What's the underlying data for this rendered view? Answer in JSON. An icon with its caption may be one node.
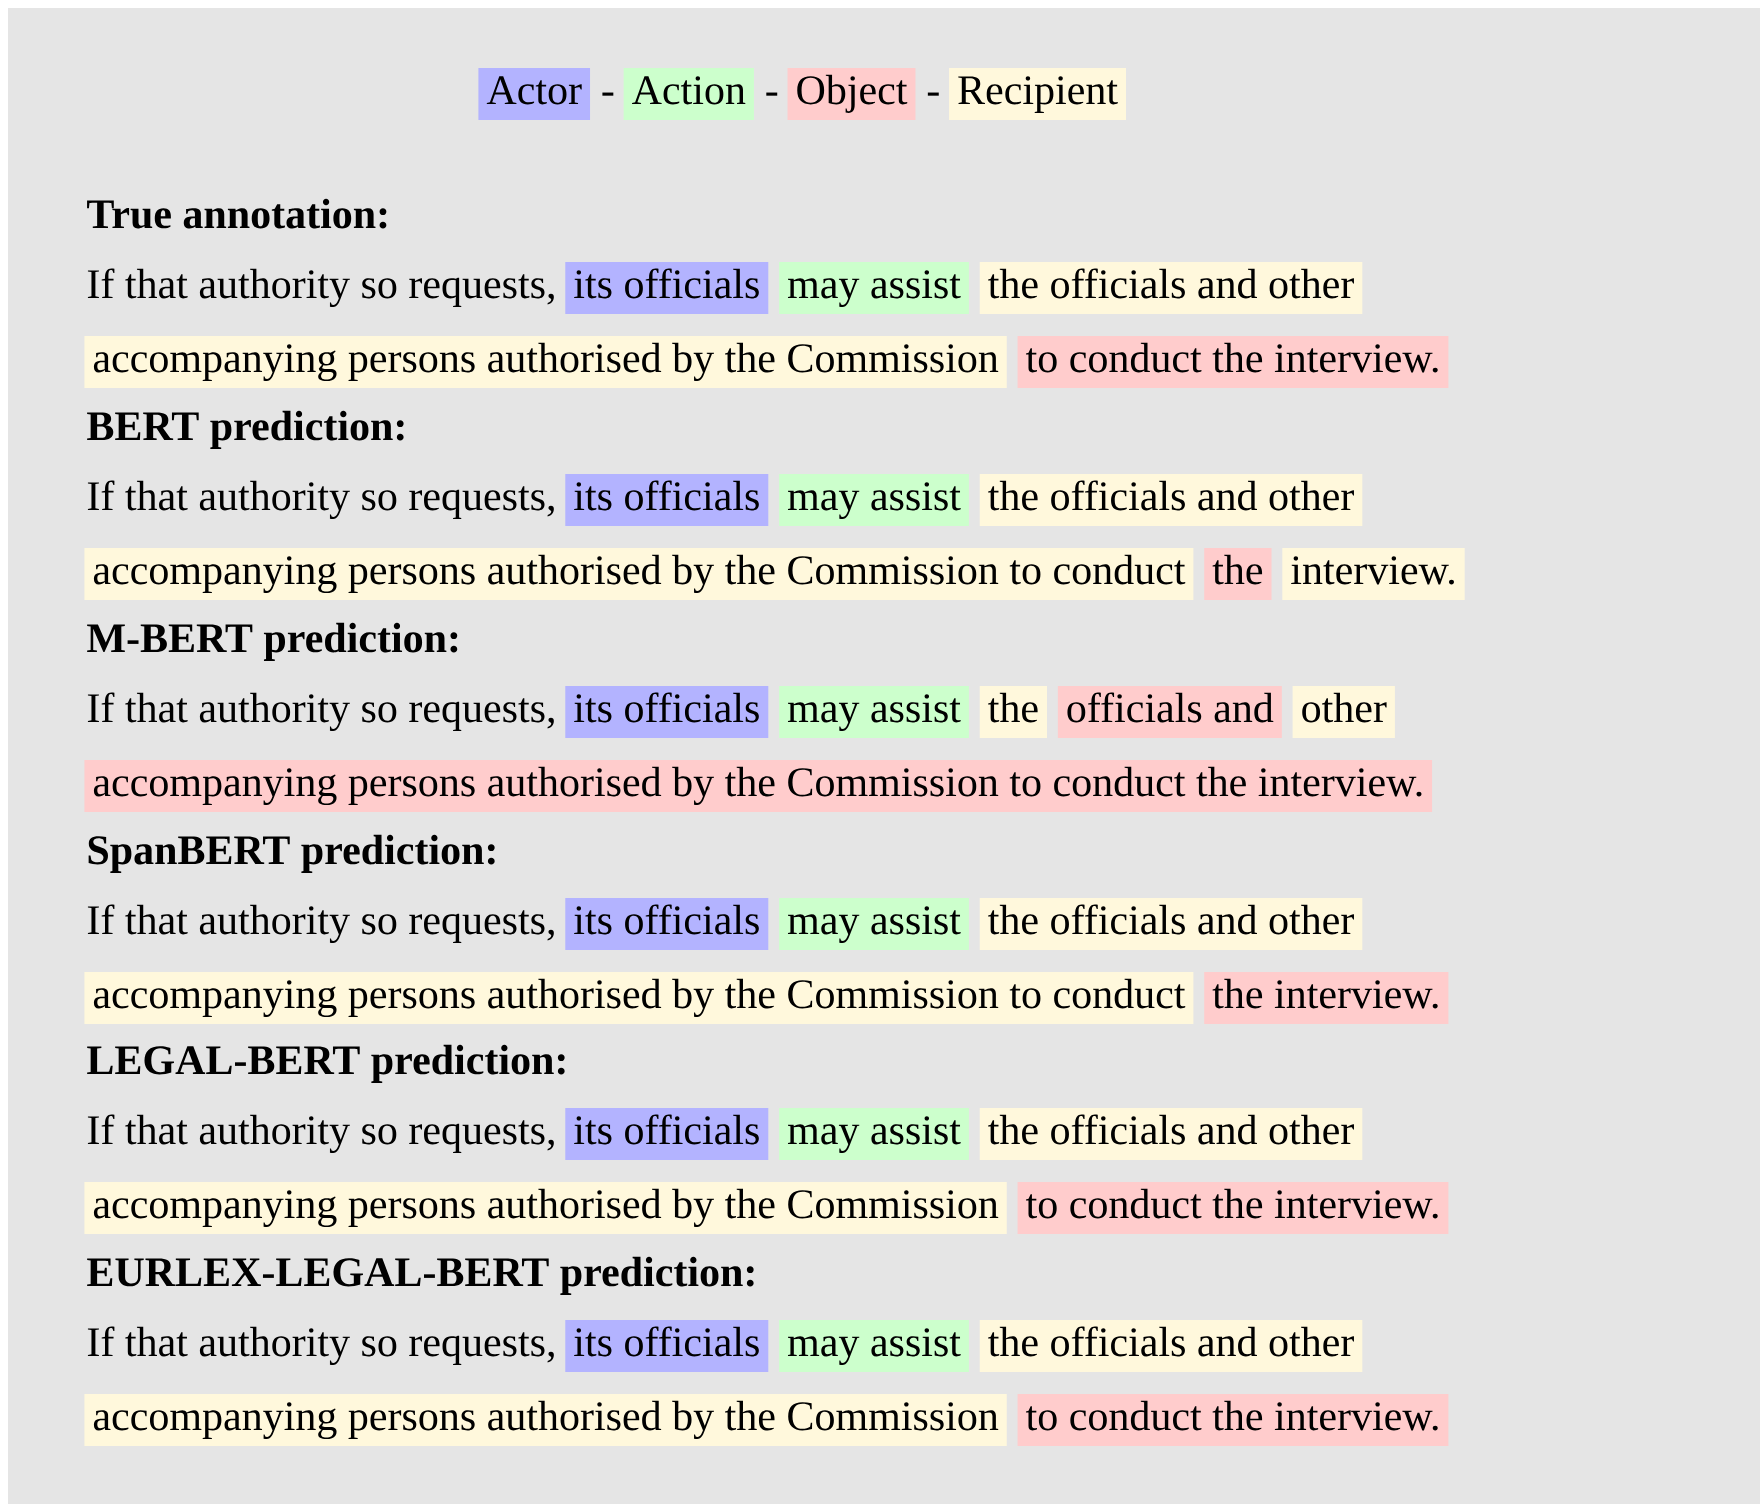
{
  "diagram": {
    "nodes": [
      {
        "text": [
          "its officials"
        ]
      },
      {
        "text": [
          "may assist"
        ]
      },
      {
        "text": [
          "the officials and other"
        ]
      },
      {
        "text": [
          "accompanying persons authorised by the Commission"
        ]
      },
      {
        "text": [
          "to conduct the interview."
        ]
      },
      {
        "text": [
          "its officials"
        ]
      },
      {
        "text": [
          "may assist"
        ]
      },
      {
        "text": [
          "the officials and other"
        ]
      },
      {
        "text": [
          "accompanying persons authorised by the Commission to conduct"
        ]
      },
      {
        "text": [
          "the"
        ]
      },
      {
        "text": [
          "interview."
        ]
      },
      {
        "text": [
          "its officials"
        ]
      },
      {
        "text": [
          "may assist"
        ]
      },
      {
        "text": [
          "the"
        ]
      },
      {
        "text": [
          "officials and"
        ]
      },
      {
        "text": [
          "other"
        ]
      },
      {
        "text": [
          "accompanying persons authorised by the Commission to conduct the interview."
        ]
      },
      {
        "text": [
          "its officials"
        ]
      },
      {
        "text": [
          "may assist"
        ]
      },
      {
        "text": [
          "the officials and other"
        ]
      },
      {
        "text": [
          "accompanying persons authorised by the Commission to conduct"
        ]
      },
      {
        "text": [
          "the interview."
        ]
      },
      {
        "text": [
          "its officials"
        ]
      },
      {
        "text": [
          "may assist"
        ]
      },
      {
        "text": [
          "the officials and other"
        ]
      },
      {
        "text": [
          "accompanying persons authorised by the Commission"
        ]
      },
      {
        "text": [
          "to conduct the interview."
        ]
      },
      {
        "text": [
          "its officials"
        ]
      },
      {
        "text": [
          "may assist"
        ]
      },
      {
        "text": [
          "the officials and other"
        ]
      },
      {
        "text": [
          "accompanying persons authorised by the Commission"
        ]
      },
      {
        "text": [
          "to conduct the interview."
        ]
      }
    ],
    "labels": [
      "-",
      "-",
      "-",
      "True annotation:",
      "If that authority so requests,",
      "BERT prediction:",
      "If that authority so requests,",
      "M-BERT prediction:",
      "If that authority so requests,",
      "SpanBERT prediction:",
      "If that authority so requests,",
      "LEGAL-BERT prediction:",
      "If that authority so requests,",
      "EURLEX-LEGAL-BERT prediction:",
      "If that authority so requests,"
    ],
    "legend": [
      {
        "text": "Actor",
        "color": "#b3b3ff"
      },
      {
        "text": "Action",
        "color": "#ccffcc"
      },
      {
        "text": "Object",
        "color": "#ffcccc"
      },
      {
        "text": "Recipient",
        "color": "#fff8dc"
      }
    ]
  }
}
